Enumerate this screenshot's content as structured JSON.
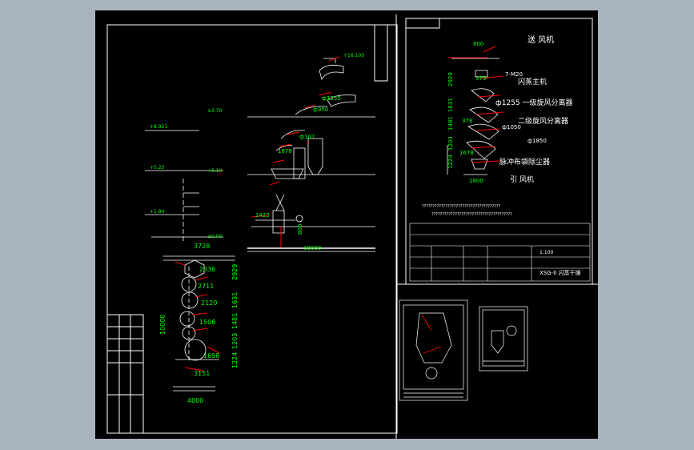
{
  "colors": {
    "background": "#a9b2bf",
    "sheet": "#000000",
    "line": "#ffffff",
    "dimension": "#00ff00",
    "leader": "#ff0000"
  },
  "elevations": {
    "e1": "+16.105",
    "e2": "±3.70",
    "e3": "+8.921",
    "e4": "+5.25",
    "e5": "+5.10",
    "e6": "+1.84",
    "e7": "±0.00"
  },
  "top_dims": {
    "d350": "ф350",
    "d1255": "ф1255",
    "d107": "ф107",
    "d1678": "1678",
    "d2423": "2423",
    "d800": "800",
    "d10000": "10000"
  },
  "lower_dims": {
    "d3728": "3728",
    "d2336": "2336",
    "d2711": "2711",
    "d2120": "2120",
    "d1506": "1506",
    "d1698": "1698",
    "d3151": "3151",
    "d4000": "4000",
    "d10000v": "10000",
    "v2929": "2929",
    "v1631": "1631",
    "v1481": "1481",
    "v1203": "1203",
    "v1224": "1224"
  },
  "right_dims": {
    "d800": "800",
    "d375": "375",
    "d378": "378",
    "d1678": "1678",
    "d1800": "1800",
    "v2929": "2929",
    "v1631": "1631",
    "v1481": "1481",
    "v1203": "1203",
    "v1224": "1224"
  },
  "right_labels": {
    "l1": "送 风机",
    "l2": "7-M20",
    "l3": "闪蒸主机",
    "l4": "ф1255 一级旋风分离器",
    "l5": "二级旋风分离器",
    "l6": "ф1050",
    "l7": "ф1850",
    "l8": "脉冲布袋除尘器",
    "l9": "引 风机"
  },
  "notes": {
    "n1": "?????????????????????????????????????",
    "n2": "??????????????????????????????????????"
  },
  "title_block": {
    "model": "XSG-II 闪蒸干燥",
    "scale": "1:100"
  }
}
